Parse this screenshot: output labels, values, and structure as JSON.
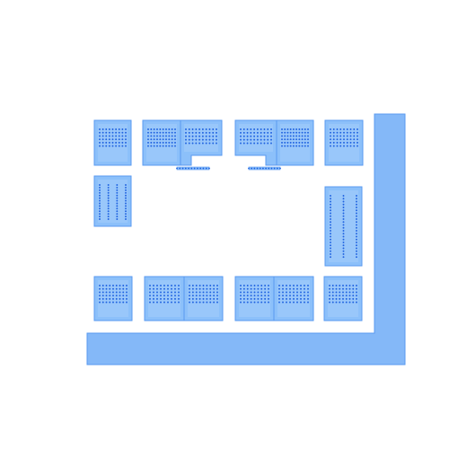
{
  "colors": {
    "background": "#ffffff",
    "wall_fill": "#84b8f8",
    "wall_stroke": "#5a9af0",
    "block_fill": "#8cc0fa",
    "block_stroke": "#5a9af0",
    "seat_dot": "#1f62e0",
    "tray_fill": "#a8d0fb"
  },
  "floor_plan": {
    "l_wall": {
      "name": "l-shaped-wall"
    },
    "blocks": [
      {
        "name": "seat-block-top-1",
        "rows": 6,
        "cols": 9
      },
      {
        "name": "seat-block-top-2",
        "rows": 6,
        "cols": 10
      },
      {
        "name": "seat-block-top-3",
        "rows": 5,
        "cols": 10
      },
      {
        "name": "seat-block-top-4",
        "rows": 5,
        "cols": 10
      },
      {
        "name": "seat-block-top-5",
        "rows": 6,
        "cols": 10
      },
      {
        "name": "seat-block-top-6",
        "rows": 6,
        "cols": 9
      },
      {
        "name": "seat-block-left",
        "rows": 14,
        "cols": 4
      },
      {
        "name": "seat-block-right",
        "rows": 22,
        "cols": 3
      },
      {
        "name": "seat-block-bottom-1",
        "rows": 6,
        "cols": 9
      },
      {
        "name": "seat-block-bottom-2",
        "rows": 6,
        "cols": 9
      },
      {
        "name": "seat-block-bottom-3",
        "rows": 6,
        "cols": 9
      },
      {
        "name": "seat-block-bottom-4",
        "rows": 6,
        "cols": 9
      },
      {
        "name": "seat-block-bottom-5",
        "rows": 6,
        "cols": 9
      },
      {
        "name": "seat-block-bottom-6",
        "rows": 6,
        "cols": 9
      }
    ],
    "connectors": [
      {
        "name": "seat-connector-1",
        "cols": 12
      },
      {
        "name": "seat-connector-2",
        "cols": 12
      }
    ]
  }
}
